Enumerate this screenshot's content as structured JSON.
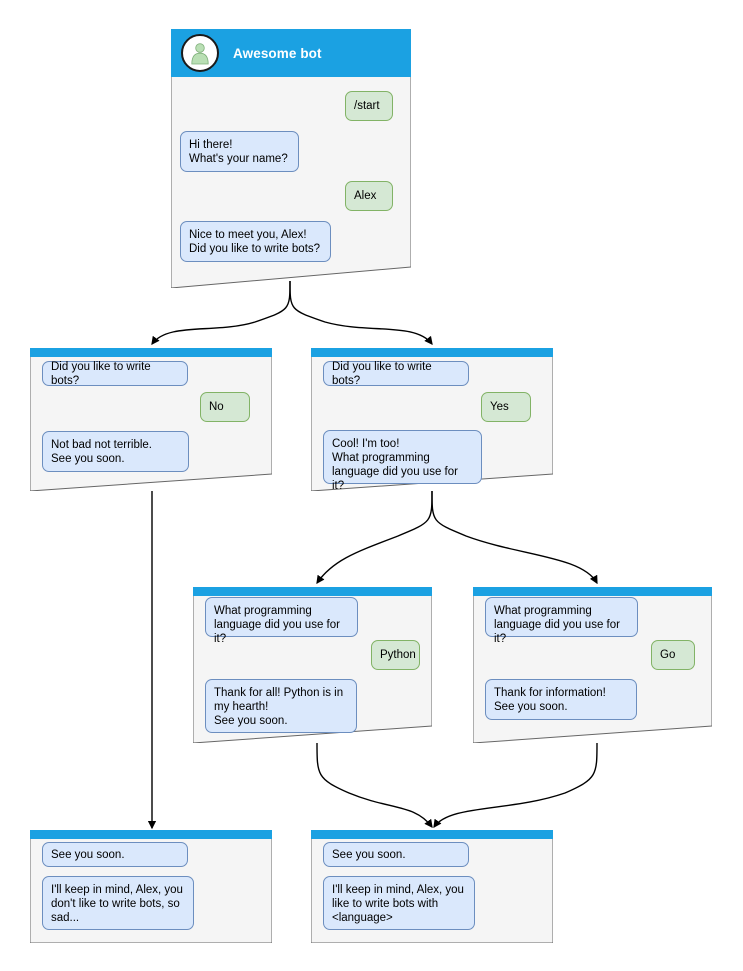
{
  "diagram": {
    "title": "Awesome bot conversation flow",
    "background_color": "#ffffff",
    "header_color": "#1ba1e2",
    "card_fill": "#f5f5f5",
    "card_stroke": "#666666",
    "bot_bubble_fill": "#dae8fc",
    "bot_bubble_stroke": "#6c8ebf",
    "user_bubble_fill": "#d5e8d4",
    "user_bubble_stroke": "#82b366",
    "edge_color": "#000000"
  },
  "root": {
    "title": "Awesome bot",
    "avatar_icon": "person-avatar-icon",
    "messages": [
      {
        "role": "user",
        "text": "/start"
      },
      {
        "role": "bot",
        "text": "Hi there!\nWhat's your name?"
      },
      {
        "role": "user",
        "text": "Alex"
      },
      {
        "role": "bot",
        "text": "Nice to meet you, Alex!\nDid you like to write bots?"
      }
    ]
  },
  "nodes": [
    {
      "id": "no-branch",
      "messages": [
        {
          "role": "bot",
          "text": "Did you like to write bots?"
        },
        {
          "role": "user",
          "text": "No"
        },
        {
          "role": "bot",
          "text": "Not bad not terrible.\nSee you soon."
        }
      ]
    },
    {
      "id": "yes-branch",
      "messages": [
        {
          "role": "bot",
          "text": "Did you like to write bots?"
        },
        {
          "role": "user",
          "text": "Yes"
        },
        {
          "role": "bot",
          "text": "Cool! I'm too!\nWhat programming\nlanguage did you use for it?"
        }
      ]
    },
    {
      "id": "python-branch",
      "messages": [
        {
          "role": "bot",
          "text": "What programming\nlanguage did you use for it?"
        },
        {
          "role": "user",
          "text": "Python"
        },
        {
          "role": "bot",
          "text": "Thank for all! Python is in\nmy hearth!\nSee you soon."
        }
      ]
    },
    {
      "id": "go-branch",
      "messages": [
        {
          "role": "bot",
          "text": "What programming\nlanguage did you use for it?"
        },
        {
          "role": "user",
          "text": "Go"
        },
        {
          "role": "bot",
          "text": "Thank for information!\nSee you soon."
        }
      ]
    },
    {
      "id": "end-no",
      "messages": [
        {
          "role": "bot",
          "text": "See you soon."
        },
        {
          "role": "bot",
          "text": "I'll keep in mind, Alex, you\ndon't like to write bots, so\nsad..."
        }
      ]
    },
    {
      "id": "end-yes",
      "messages": [
        {
          "role": "bot",
          "text": "See you soon."
        },
        {
          "role": "bot",
          "text": "I'll keep in mind, Alex, you\nlike to write bots with\n<language>"
        }
      ]
    }
  ]
}
